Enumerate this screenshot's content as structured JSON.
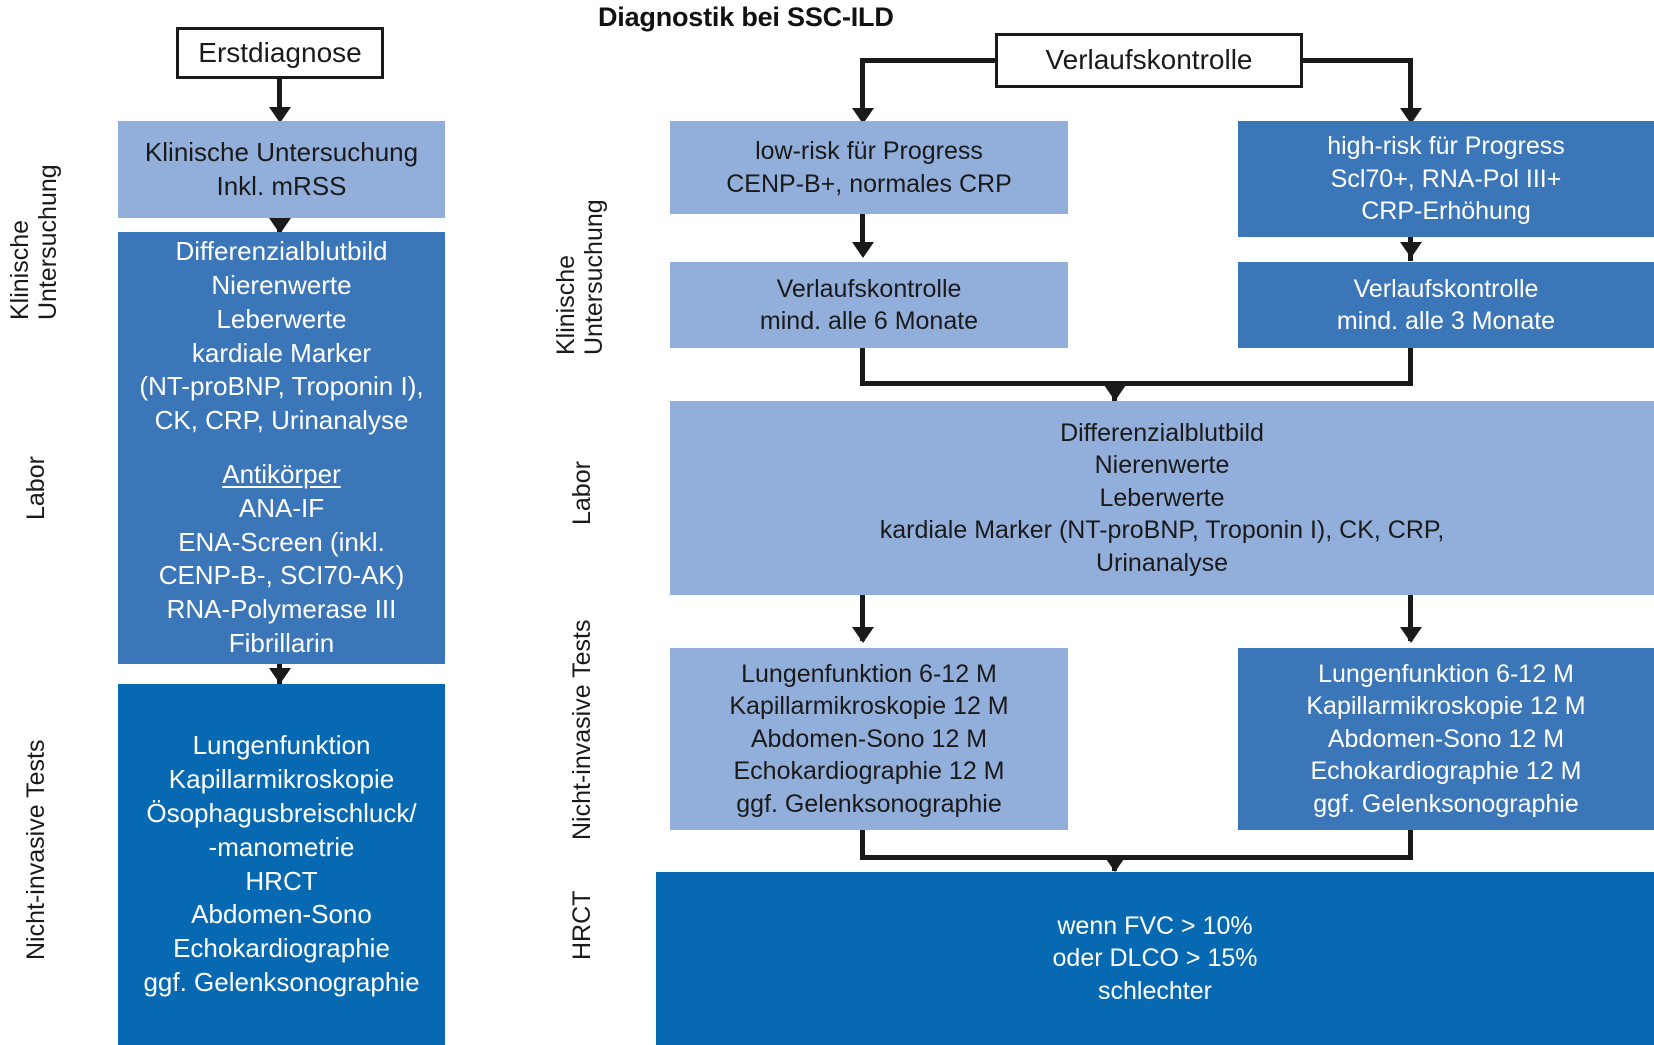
{
  "title": "Diagnostik bei SSC-ILD",
  "colors": {
    "light_blue": "#92aeda",
    "mid_blue": "#3b76b8",
    "dark_blue": "#0669b2",
    "outline": "#1a1a1a",
    "white": "#ffffff"
  },
  "left_panel": {
    "row_labels": [
      {
        "lines": [
          "Klinische",
          "Untersuchung"
        ]
      },
      {
        "lines": [
          "Labor"
        ]
      },
      {
        "lines": [
          "Nicht-invasive Tests"
        ]
      }
    ],
    "start_node": {
      "label": "Erstdiagnose"
    },
    "clinical_box": {
      "lines": [
        "Klinische Untersuchung",
        "Inkl. mRSS"
      ]
    },
    "lab_box": {
      "lines": [
        "Differenzialblutbild",
        "Nierenwerte",
        "Leberwerte",
        "kardiale Marker",
        "(NT-proBNP, Troponin I),",
        "CK, CRP, Urinanalyse"
      ],
      "subheading": "Antikörper",
      "antibody_lines": [
        "ANA-IF",
        "ENA-Screen (inkl.",
        "CENP-B-, SCI70-AK)",
        "RNA-Polymerase III",
        "Fibrillarin"
      ]
    },
    "noninvasive_box": {
      "lines": [
        "Lungenfunktion",
        "Kapillarmikroskopie",
        "Ösophagusbreischluck/",
        "-manometrie",
        "HRCT",
        "Abdomen-Sono",
        "Echokardiographie",
        "ggf. Gelenksonographie"
      ]
    }
  },
  "right_panel": {
    "row_labels": [
      {
        "lines": [
          "Klinische",
          "Untersuchung"
        ]
      },
      {
        "lines": [
          "Labor"
        ]
      },
      {
        "lines": [
          "Nicht-invasive Tests"
        ]
      },
      {
        "lines": [
          "HRCT"
        ]
      }
    ],
    "start_node": {
      "label": "Verlaufskontrolle"
    },
    "low_risk_box": {
      "lines": [
        "low-risk für Progress",
        "CENP-B+, normales CRP"
      ]
    },
    "high_risk_box": {
      "lines": [
        "high-risk für Progress",
        "Scl70+, RNA-Pol III+",
        "CRP-Erhöhung"
      ]
    },
    "low_risk_followup": {
      "lines": [
        "Verlaufskontrolle",
        "mind. alle 6 Monate"
      ]
    },
    "high_risk_followup": {
      "lines": [
        "Verlaufskontrolle",
        "mind. alle 3 Monate"
      ]
    },
    "lab_box": {
      "lines": [
        "Differenzialblutbild",
        "Nierenwerte",
        "Leberwerte",
        "kardiale Marker (NT-proBNP, Troponin I), CK, CRP,",
        "Urinanalyse"
      ]
    },
    "low_risk_tests": {
      "lines": [
        "Lungenfunktion 6-12 M",
        "Kapillarmikroskopie 12 M",
        "Abdomen-Sono 12 M",
        "Echokardiographie 12 M",
        "ggf. Gelenksonographie"
      ]
    },
    "high_risk_tests": {
      "lines": [
        "Lungenfunktion 6-12 M",
        "Kapillarmikroskopie 12 M",
        "Abdomen-Sono 12 M",
        "Echokardiographie 12 M",
        "ggf. Gelenksonographie"
      ]
    },
    "hrct_box": {
      "lines": [
        "wenn FVC > 10%",
        "oder DLCO > 15%",
        "schlechter"
      ]
    }
  }
}
